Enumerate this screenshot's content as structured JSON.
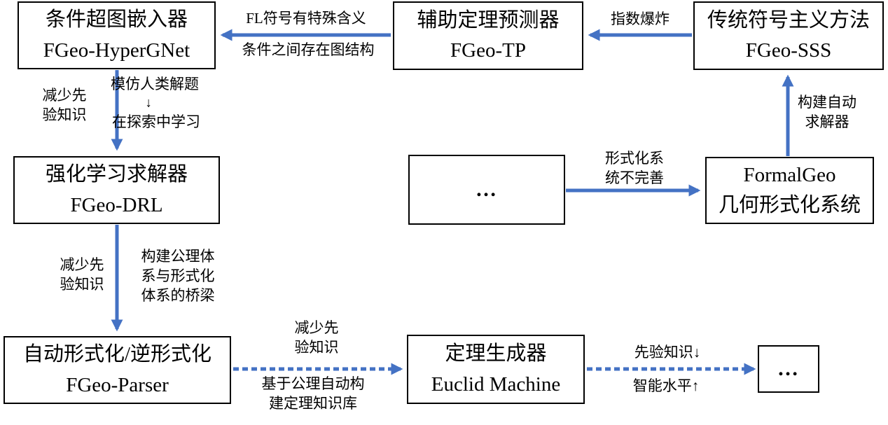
{
  "colors": {
    "arrow_blue": "#4472C4",
    "box_border": "#000000",
    "box_background": "#ffffff",
    "text": "#000000"
  },
  "nodes": [
    {
      "id": "hypergnet",
      "line1": "条件超图嵌入器",
      "line2": "FGeo-HyperGNet"
    },
    {
      "id": "tp",
      "line1": "辅助定理预测器",
      "line2": "FGeo-TP"
    },
    {
      "id": "sss",
      "line1": "传统符号主义方法",
      "line2": "FGeo-SSS"
    },
    {
      "id": "drl",
      "line1": "强化学习求解器",
      "line2": "FGeo-DRL"
    },
    {
      "id": "ellipsis_mid",
      "line1": "…"
    },
    {
      "id": "formalgeo",
      "line1": "FormalGeo",
      "line2": "几何形式化系统"
    },
    {
      "id": "parser",
      "line1": "自动形式化/逆形式化",
      "line2": "FGeo-Parser"
    },
    {
      "id": "euclid",
      "line1": "定理生成器",
      "line2": "Euclid Machine"
    },
    {
      "id": "ellipsis_end",
      "line1": "…"
    }
  ],
  "edge_labels": {
    "tp_to_hypergnet_above": "FL符号有特殊含义",
    "tp_to_hypergnet_below": "条件之间存在图结构",
    "sss_to_tp": "指数爆炸",
    "hypergnet_to_drl_left": "减少先\n验知识",
    "hypergnet_to_drl_right_top": "模仿人类解题",
    "hypergnet_to_drl_right_arrow": "↓",
    "hypergnet_to_drl_right_bottom": "在探索中学习",
    "mid_to_formalgeo": "形式化系\n统不完善",
    "formalgeo_to_sss": "构建自动\n求解器",
    "drl_to_parser_left": "减少先\n验知识",
    "drl_to_parser_right": "构建公理体\n系与形式化\n体系的桥梁",
    "parser_to_euclid_above": "减少先\n验知识",
    "parser_to_euclid_below": "基于公理自动构\n建定理知识库",
    "euclid_to_end_above": "先验知识↓",
    "euclid_to_end_below": "智能水平↑"
  }
}
